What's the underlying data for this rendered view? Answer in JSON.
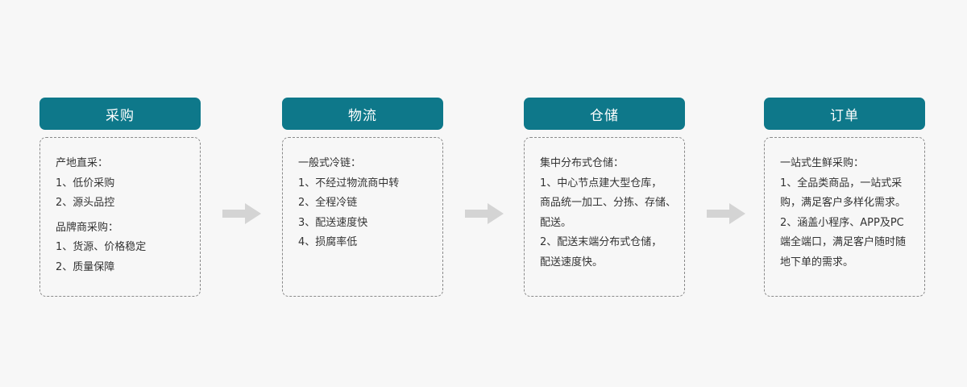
{
  "stages": [
    {
      "title": "采购",
      "groups": [
        [
          "产地直采：",
          "1、低价采购",
          "2、源头品控"
        ],
        [
          "品牌商采购：",
          "1、货源、价格稳定",
          "2、质量保障"
        ]
      ]
    },
    {
      "title": "物流",
      "groups": [
        [
          "一般式冷链：",
          "1、不经过物流商中转",
          "2、全程冷链",
          "3、配送速度快",
          "4、损腐率低"
        ]
      ]
    },
    {
      "title": "仓储",
      "groups": [
        [
          "集中分布式仓储：",
          "1、中心节点建大型仓库，",
          "商品统一加工、分拣、存储、",
          "配送。",
          "2、配送末端分布式仓储，",
          "配送速度快。"
        ]
      ]
    },
    {
      "title": "订单",
      "groups": [
        [
          "一站式生鲜采购：",
          "1、全品类商品，一站式采",
          "购，满足客户多样化需求。",
          "2、涵盖小程序、APP及PC",
          "端全端口，满足客户随时随",
          "地下单的需求。"
        ]
      ]
    }
  ],
  "colors": {
    "header_bg": "#0e788a",
    "arrow": "#d4d4d4",
    "border": "#8a8a8a",
    "text": "#333333"
  },
  "icons": {
    "arrow": "right-arrow-icon"
  }
}
